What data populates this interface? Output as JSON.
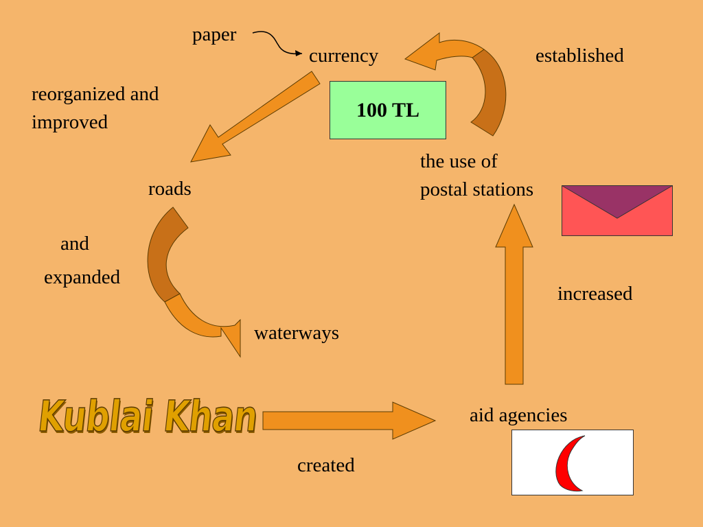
{
  "labels": {
    "paper": "paper",
    "currency": "currency",
    "established": "established",
    "reorganized_line1": "reorganized and",
    "reorganized_line2": "improved",
    "roads": "roads",
    "postal_line1": "the use of",
    "postal_line2": "postal stations",
    "and": "and",
    "expanded": "expanded",
    "increased": "increased",
    "waterways": "waterways",
    "aid_agencies": "aid agencies",
    "created": "created"
  },
  "banknote": {
    "text": "100 TL",
    "color": "#99FF99"
  },
  "title_wordart": "Kublai Khan",
  "colors": {
    "background": "#F5B56B",
    "arrow_fill": "#F0901E",
    "arrow_shade": "#C87018",
    "envelope_body": "#FF5555",
    "envelope_flap": "#993366",
    "crescent": "#FF0000"
  },
  "icons": [
    "envelope-icon",
    "red-crescent-icon",
    "banknote-icon"
  ]
}
